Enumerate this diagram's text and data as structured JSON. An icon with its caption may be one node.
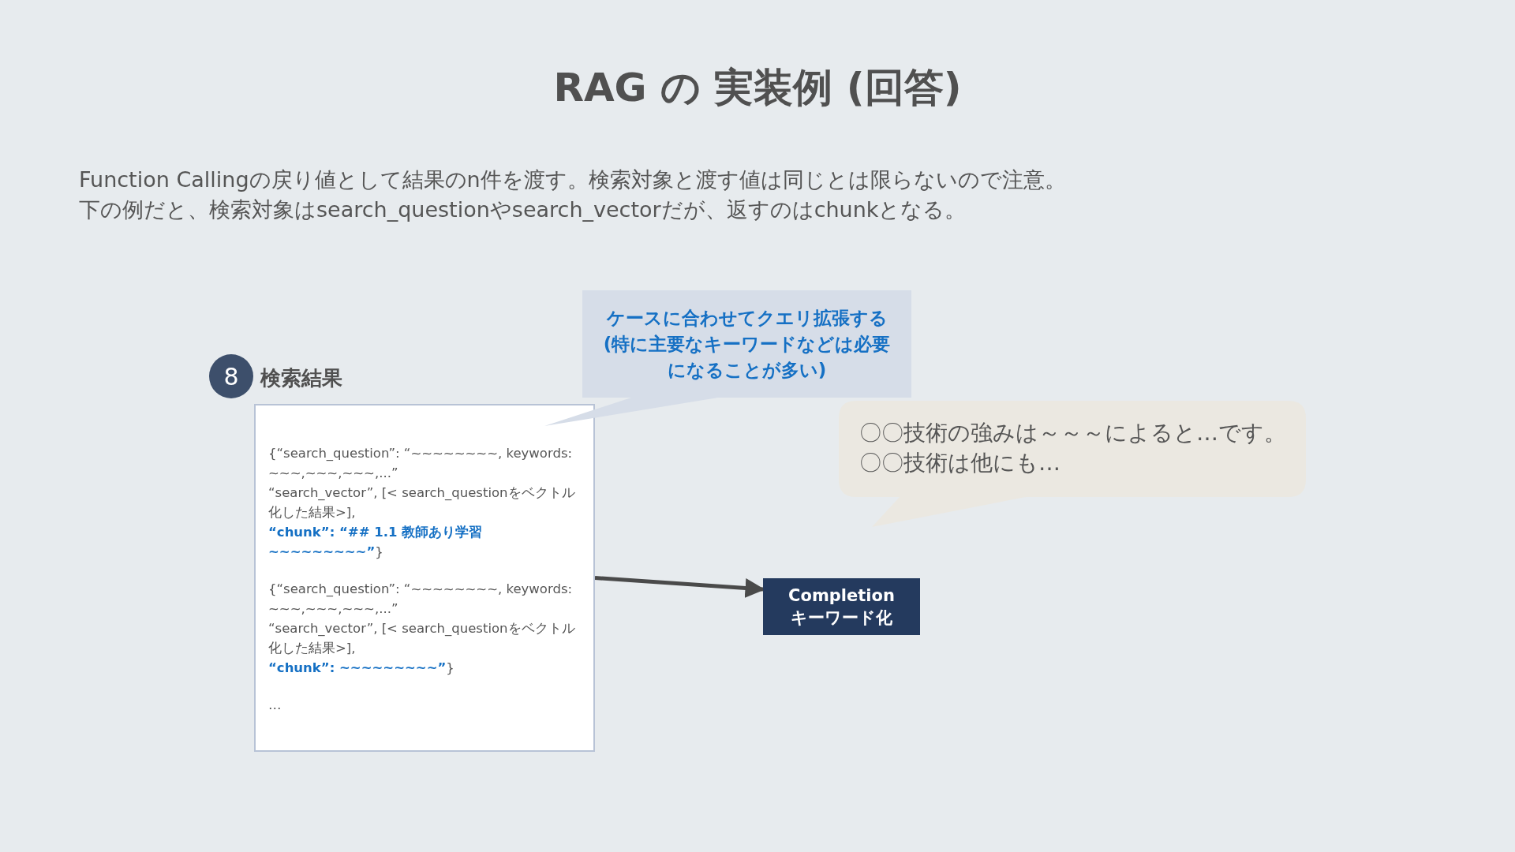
{
  "diagram": {
    "title": "RAG の 実装例 (回答)",
    "nodes": [
      {
        "text": [
          "8"
        ]
      },
      {
        "text": [
          "検索結果",
          "{“search_question”: “~~~~~~~~, keywords: ~~~,~~~,~~~,...”",
          "“search_vector”, [< search_questionをベクトル化した結果>],",
          "**“chunk”: “## 1.1 教師あり学習~~~~~~~~~”**}",
          "{“search_question”: “~~~~~~~~, keywords: ~~~,~~~,~~~,...”",
          "“search_vector”, [< search_questionをベクトル化した結果>],",
          "**“chunk”: ~~~~~~~~~”**}",
          "…"
        ]
      },
      {
        "text": [
          "ケースに合わせてクエリ拡張する(特に主要なキーワードなどは必要になることが多い)"
        ]
      },
      {
        "text": [
          "〇〇技術の強みは～～～によると…です。",
          "〇〇技術は他にも…"
        ]
      },
      {
        "text": [
          "Completion キーワード化"
        ]
      }
    ],
    "edges": [
      {
        "from": 1,
        "to": 4,
        "arrow": "to"
      }
    ],
    "labels": [
      "Function Callingの戻り値として結果のn件を渡す。検索対象と渡す値は同じとは限らないので注意。",
      "下の例だと、検索対象はsearch_questionやsearch_vectorだが、返すのはchunkとなる。"
    ]
  }
}
